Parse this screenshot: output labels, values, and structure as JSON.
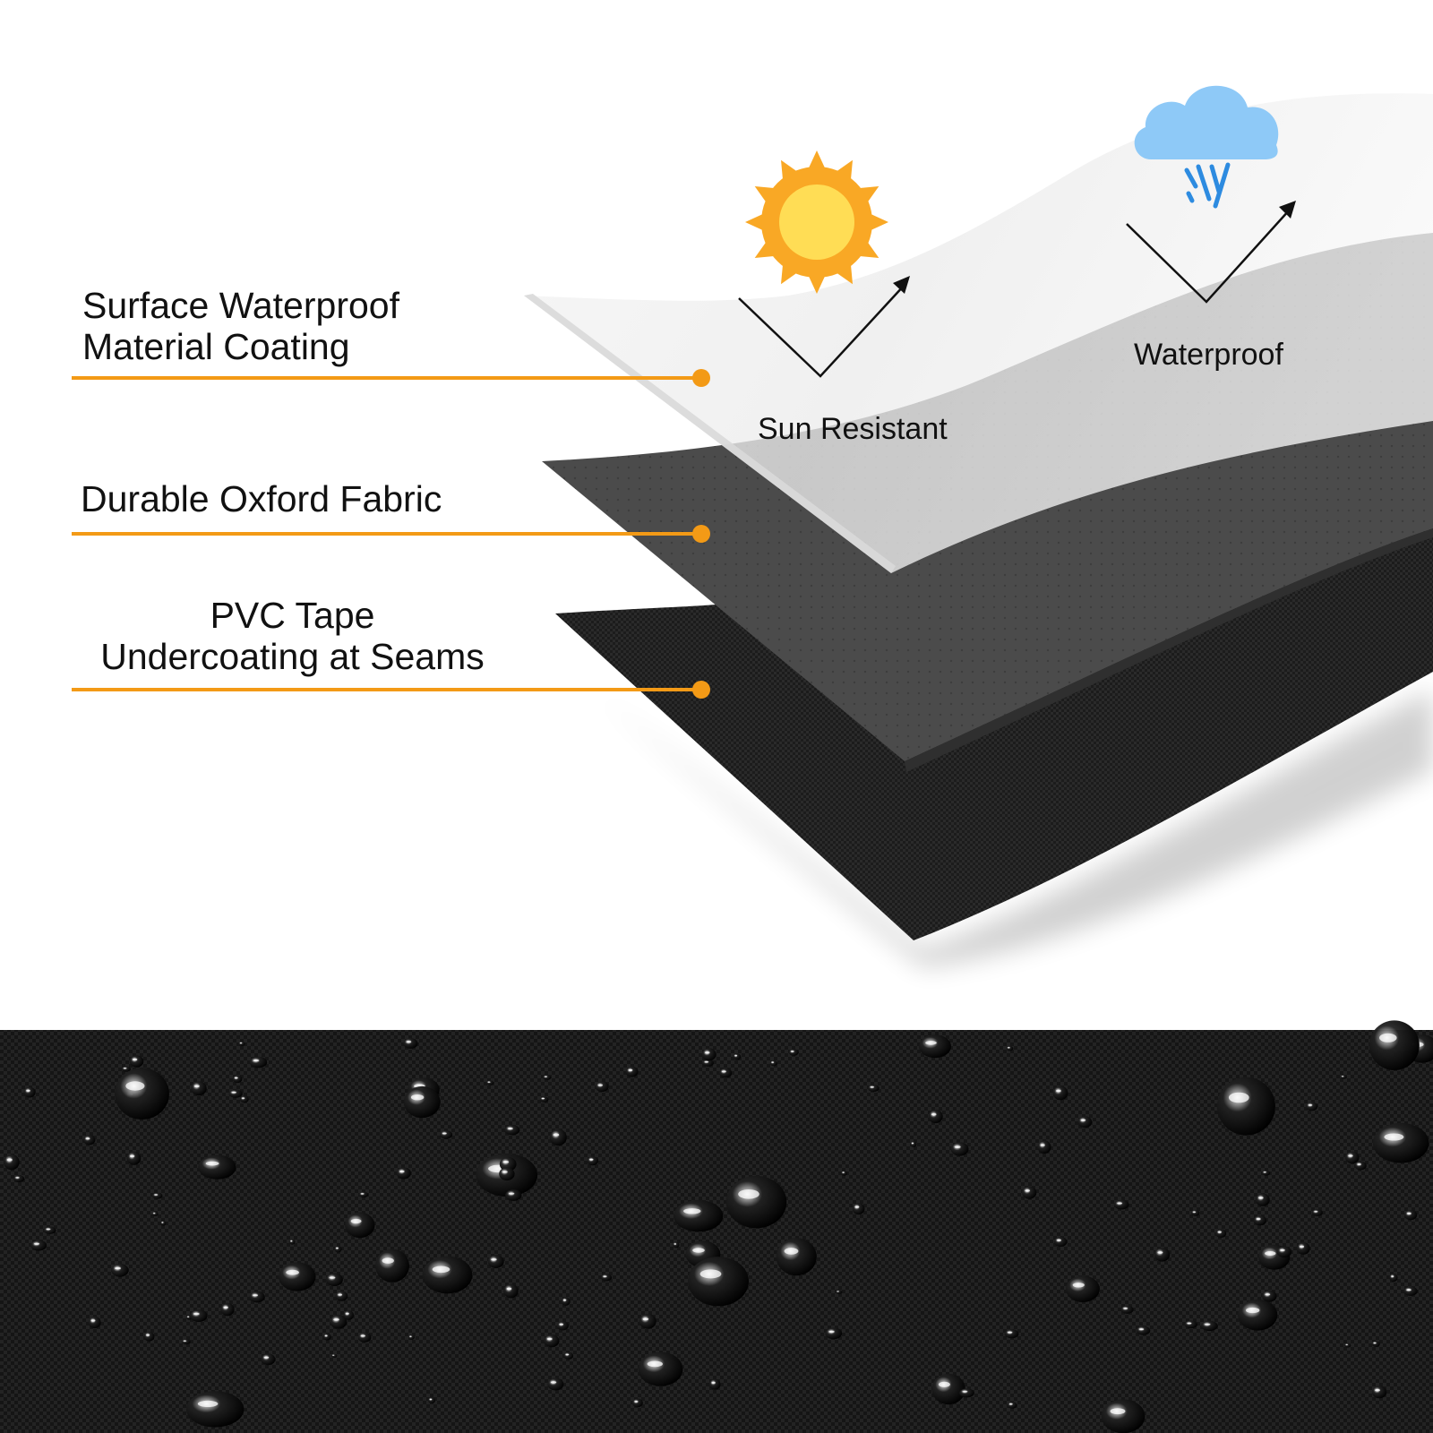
{
  "layers": [
    {
      "title_lines": [
        "Surface Waterproof",
        "Material Coating"
      ]
    },
    {
      "title_lines": [
        "Durable Oxford Fabric"
      ]
    },
    {
      "title_lines": [
        "PVC Tape",
        "Undercoating at Seams"
      ]
    }
  ],
  "features": {
    "sun": {
      "label": "Sun Resistant",
      "icon": "sun-icon"
    },
    "rain": {
      "label": "Waterproof",
      "icon": "rain-cloud-icon"
    }
  },
  "colors": {
    "leader": "#f39a16",
    "sun_outer": "#f9a825",
    "sun_inner": "#ffdd55",
    "cloud": "#8ec9f7",
    "rain": "#2d8be0",
    "fabric_dark": "#1b1b1b",
    "fabric_mid": "#4a4a4a"
  }
}
